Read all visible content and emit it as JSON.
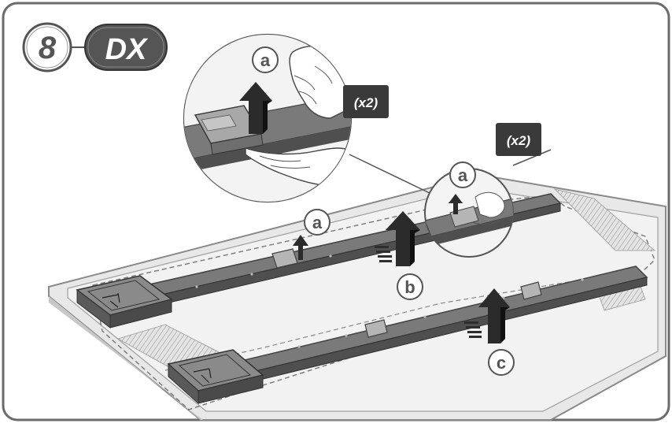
{
  "step": {
    "number": "8",
    "model": "DX"
  },
  "callouts": {
    "a": "a",
    "b": "b",
    "c": "c",
    "qty": "(x2)"
  },
  "colors": {
    "frame": "#6b6b6b",
    "badge_dark": "#555555",
    "label_box": "#3a3a3a",
    "arrow": "#2b2b2b",
    "panel": "#ebebeb",
    "bar": "#6e6e6e"
  }
}
